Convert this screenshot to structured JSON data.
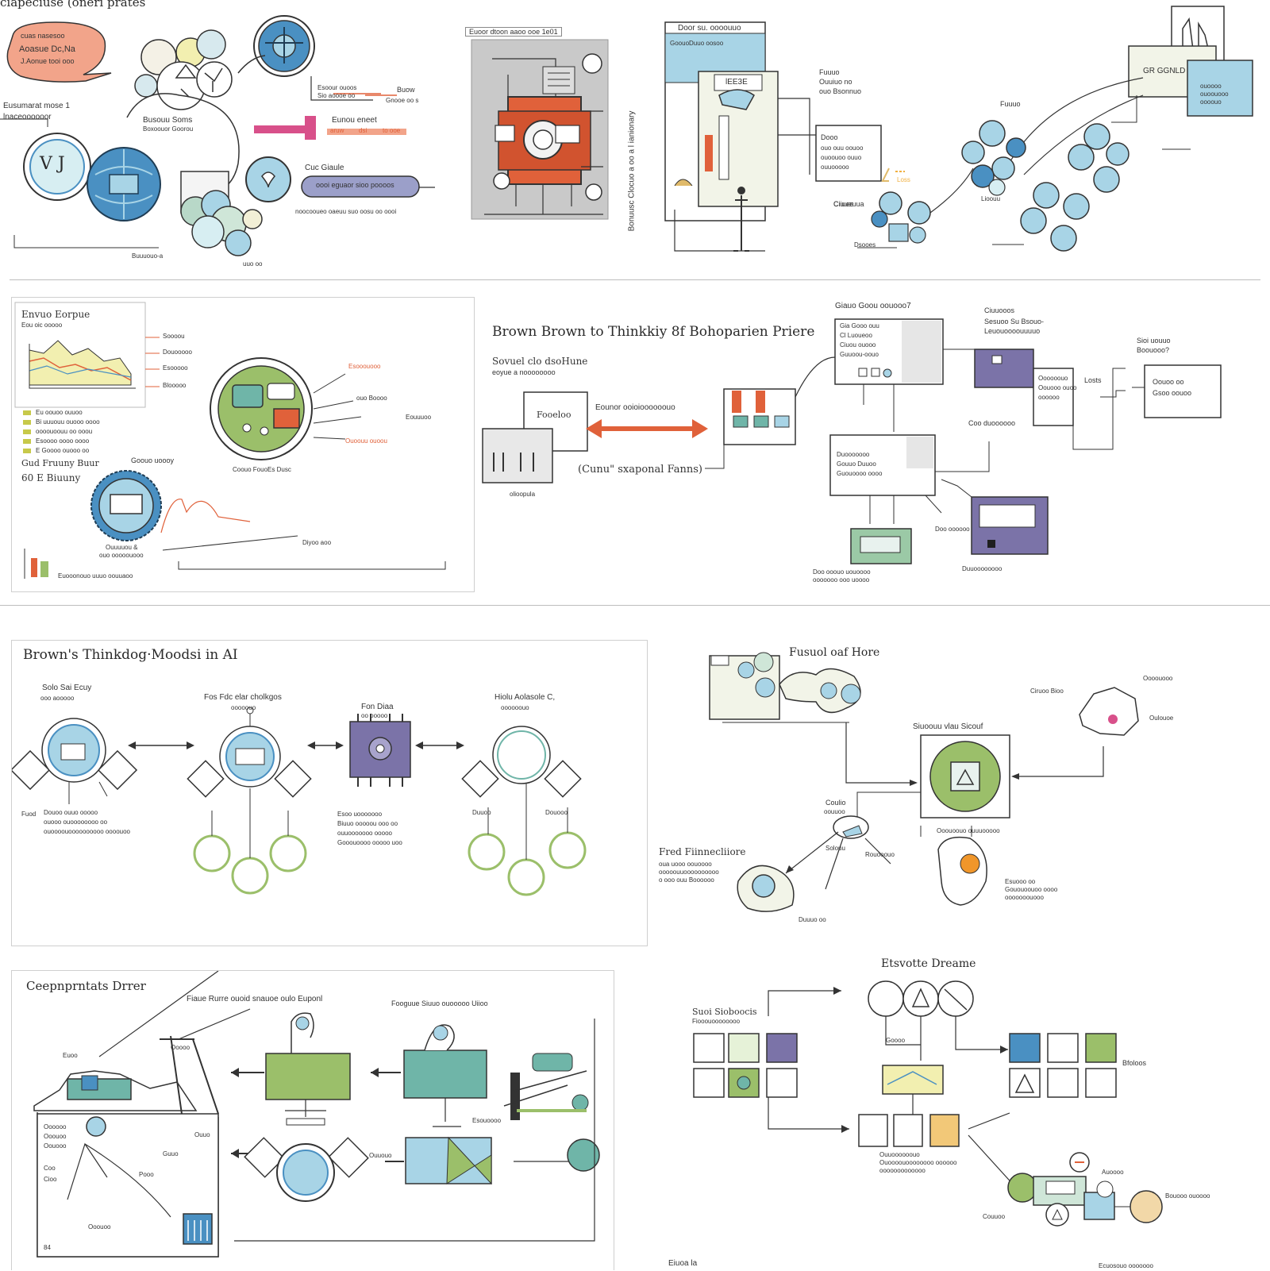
{
  "colors": {
    "accent_blue": "#4a90c2",
    "light_blue": "#a8d4e6",
    "teal": "#6fb5a8",
    "green": "#9bbf6a",
    "orange_red": "#e0613a",
    "purple": "#7b73a8",
    "pink": "#d8508a",
    "cream": "#f2efd6",
    "peach": "#f2a48a",
    "gray_panel": "#c9c9c9",
    "line": "#333333"
  },
  "panel1": {
    "header": "ciapeciuse (oneri prates",
    "bubble_text": [
      "cuas nasesoo",
      "Aoasue Dc,Na",
      "J.Aonue tooi ooo"
    ],
    "left_label": "Eusumarat mose 1",
    "left_sub": "lnaceoooooor",
    "circle_label": "V J",
    "mid_label": "Busouu Soms",
    "mid_sub": "Boxoouor Goorou",
    "right_labels": [
      "Esoour ouoos",
      "Sio aoooe oo",
      "Buow",
      "Gnooe oo s"
    ],
    "pink_label": "Eunou eneet",
    "tag_labels": [
      "aruw",
      "dsi",
      "to ooe"
    ],
    "cue_label": "Cuc Giaule",
    "bar_text": "oooi eguaor sioo poooos",
    "bar_sub": "noocooueo oaeuu suo oosu oo oooi",
    "bottom_label": "Buuuouo-a",
    "cluster_label": "uuo oo"
  },
  "panel2": {
    "header": "Euoor dtoon aaoo ooe 1e01"
  },
  "panel3": {
    "header": "Door su. oooouuo",
    "sub": "GoouoDuuo oosoo",
    "sign": "lEE3E",
    "vertical": "Bonuusc Clocuo a oo a l ianionary",
    "right_text": [
      "Fuuuo",
      "Ouuiuo no",
      "ouo Bsonnuo"
    ],
    "box_text": [
      "Dooo",
      "ouo ouu oouoo",
      "ouoouoo ouuo",
      "ouuooooo"
    ],
    "label_bottom": "Ciuueuua",
    "orange_label": "Loss"
  },
  "panel4": {
    "header": "GR GGNLD",
    "sub": [
      "ouoooo",
      "ouoouooo",
      "oooouo"
    ],
    "labels": [
      "Fuuuo",
      "Lioouu",
      "Ciiuee",
      "Dsooes"
    ]
  },
  "panel5": {
    "chart_title": "Envuo Eorpue",
    "chart_sub": "Eou oic ooooo",
    "chart_labels": [
      "Soooou",
      "Douooooo",
      "Esooooo",
      "Blooooo"
    ],
    "legend": [
      "Eu  oouoo   ouuoo",
      "Bi  uuuouu ouooo oooo",
      "oooouoouu oo ooou",
      "Esoooo oooo oooo",
      "E Goooo ouooo oo"
    ],
    "green_label": "Coouo FouoEs Dusc",
    "subtitle2": "Gud Fruuny Buur",
    "subtitle3": "60 E Biuuny",
    "subtitle4": "Goouo uoooy",
    "gear_labels": [
      "Ouuuuou &",
      "ouo ooooouooo"
    ],
    "right_labels": [
      "Esooouooo",
      "ouo Boooo",
      "Eouuuoo",
      "Ouoouu ouoou"
    ],
    "bottom_label": "Euooonouo uuuo oouuaoo",
    "axis_label": "Diyoo aoo"
  },
  "panel6": {
    "title": "Brown Brown to Thinkkiy 8f Bohoparien Priere",
    "subtitle": "Sovuel clo dsoHune",
    "subtitle_sub": "eoyue a noooooooo",
    "box_label": "Fooeloo",
    "arrow_label": "Eounor ooioioooooouo",
    "caption": "(Cunu\" sxaponal Fanns)",
    "bottom_label": "olioopula",
    "top_box_title": "Giauo Goou oouooo7",
    "top_box_lines": [
      "Gia Gooo ouu",
      "Cl Luoueoo",
      "Ciuou ouooo",
      "Guuoou-oouo"
    ],
    "purple_label": "Ciuuooos",
    "right_labels": [
      "Sesuoo Su Bsouo-",
      "Leuouoooouuuuo"
    ],
    "lost_label": "Losts",
    "box2_lines": [
      "Oooooouo",
      "Oouooo ouoo",
      "oooooo"
    ],
    "far_right": [
      "Sioi uouuo",
      "Boouooo?",
      "Oouoo oo",
      "Gsoo  oouoo"
    ],
    "mid_box_lines": [
      "Duooooooo",
      "Gouuo Duuoo",
      "Guouoooo oooo"
    ],
    "mid_label": "Coo duoooooo",
    "bottom_labels": [
      "Doo ooouo uouoooo",
      "ooooooo ooo uoooo"
    ],
    "pane_labels": [
      "Doo oooooo",
      "Duuoooooooo"
    ]
  },
  "panel7": {
    "title": "Brown's Thinkdog·Moodsi in AI",
    "node_titles": [
      "Solo  Sai Ecuy",
      "Fos Fdc elar cholkgos",
      "Fon Diaa",
      "Hiolu Aolasole C,"
    ],
    "node_subs": [
      "ooo aooooo",
      "ooooouo",
      "oo ooooo",
      "oooooouo"
    ],
    "notes1": [
      "Fuod",
      "Douoo ouuo ooooo",
      "ouooo ouoooooooo oo",
      "ouoooouoooooooooo oooouoo"
    ],
    "notes2": [
      "Esoo uooooooo",
      "Biuuo ooooou ooo oo",
      "ouuooooooo ooooo",
      "Gooouoooo ooooo uoo"
    ],
    "notes3": [
      "Duuoo",
      "Douooo"
    ]
  },
  "panel8": {
    "title": "Fusuol oaf Hore",
    "center_label": "Siuoouu vlau Sicouf",
    "left_label": "Fred Fiinnecliiore",
    "left_sub": [
      "oua uooo oouoooo",
      "ooooouuoooooooooo",
      "o ooo ouu Boooooo"
    ],
    "mid_label": "Coulio",
    "mid_sub": "oouuoo",
    "right_labels": [
      "Ciruoo Bioo",
      "Oooouooo",
      "Oulouoe",
      "Rouooouo"
    ],
    "bottom_labels": [
      "Ooouoouo ouuuooooo",
      "Duuuo oo"
    ],
    "fish_label": "Solouu",
    "notes": [
      "Esuooo oo",
      "Gououoouoo oooo",
      "ooooooouooo"
    ]
  },
  "panel9": {
    "title": "Ceepnprntats Drrer",
    "subtitle": "Fiaue Rurre ouoid snauoe oulo Euponl",
    "subtitle2": "Fooguue Siuuo ouooooo Uiioo",
    "left_labels": [
      "Euoo",
      "Ooooo",
      "Ouuo"
    ],
    "bottom_box": [
      "Oooooo",
      "Ooouoo",
      "Oouooo",
      "Coo",
      "Cioo"
    ],
    "bottom_label": "Ooouoo",
    "footer": "84",
    "labels": [
      "Pooo",
      "Guuo",
      "Ouuouo",
      "Esouoooo"
    ]
  },
  "panel10": {
    "title": "Etsvotte Dreame",
    "left_label": "Suoi Sioboocis",
    "left_sub": "Fiooouoooooooo",
    "right_label": "Bfoloos",
    "mid_label": "Goooo",
    "bottom_labels": [
      "Ouuoooooouo",
      "Ouoooouoooooooo oooooo",
      "ooooooooooooo"
    ],
    "bottom_right": [
      "Auoooo",
      "Bouooo ouoooo",
      "Couuoo"
    ],
    "footer_label": "Ecuosouo ooooooo"
  },
  "footer_text": "Eiuoa la"
}
